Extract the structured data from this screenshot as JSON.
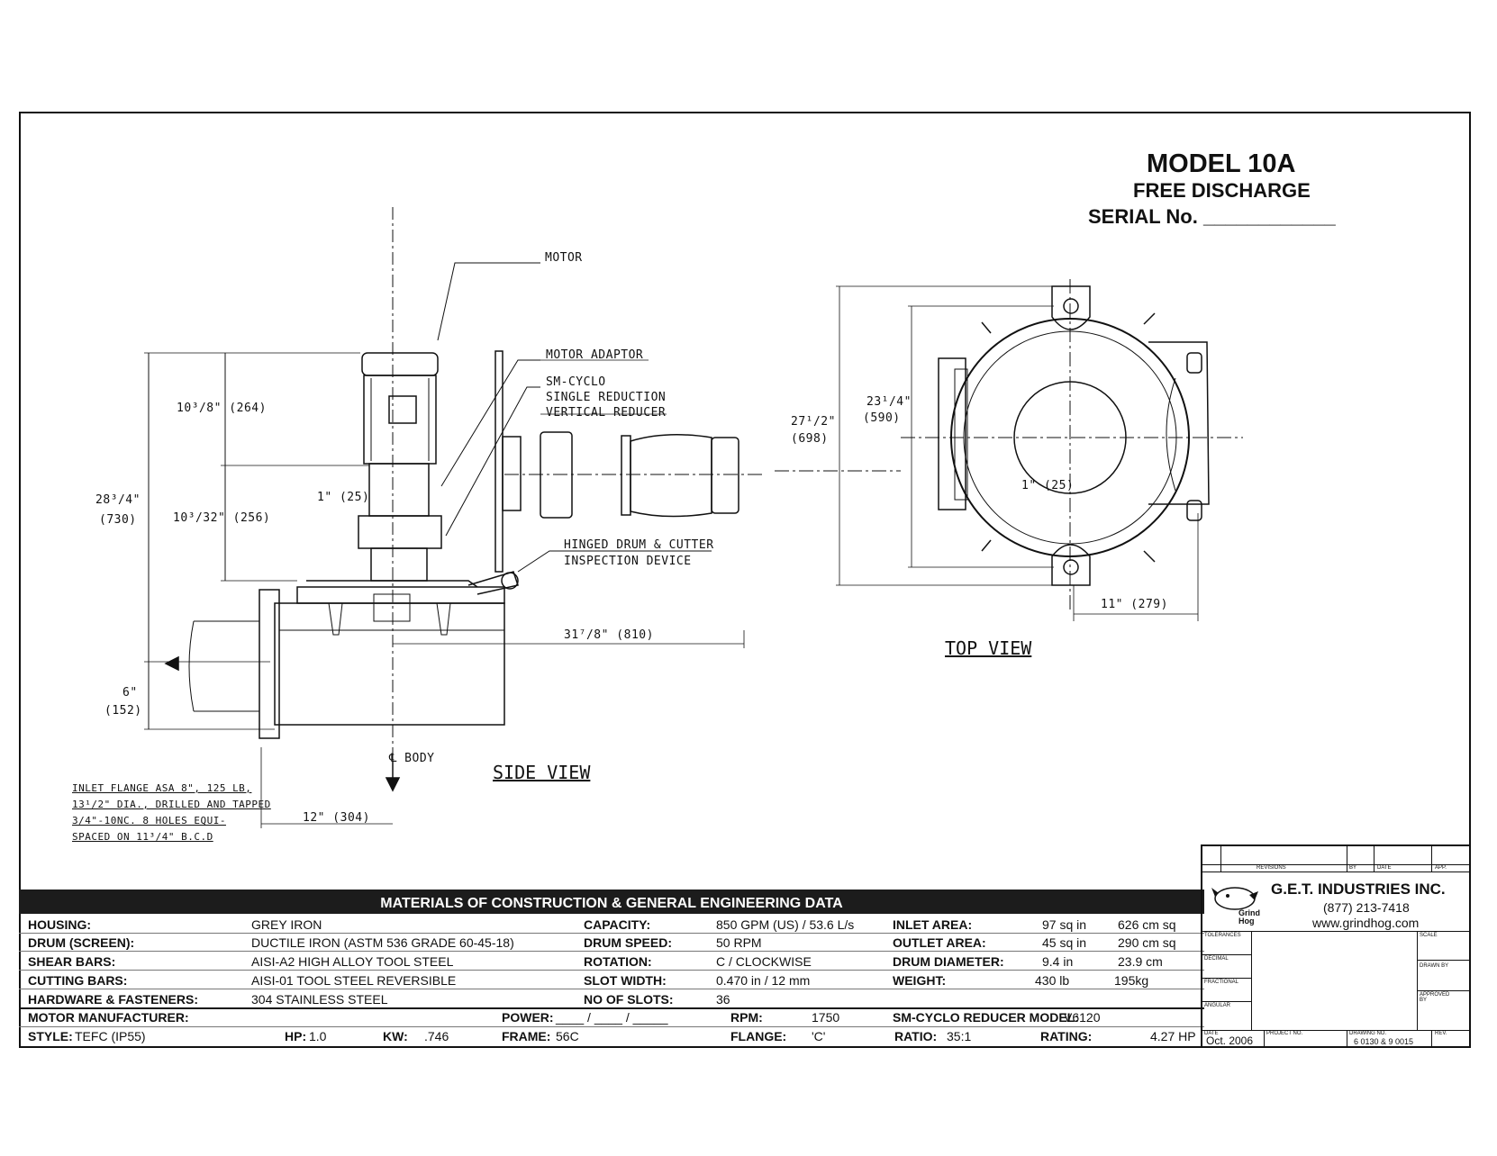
{
  "title": {
    "model": "MODEL 10A",
    "subtitle": "FREE DISCHARGE",
    "serial": "SERIAL No. ____________"
  },
  "side_view": {
    "label": "SIDE VIEW",
    "callouts": {
      "motor": "MOTOR",
      "motor_adaptor": "MOTOR ADAPTOR",
      "reducer_1": "SM-CYCLO",
      "reducer_2": "SINGLE REDUCTION",
      "reducer_3": "VERTICAL REDUCER",
      "hinged_1": "HINGED DRUM & CUTTER",
      "hinged_2": "INSPECTION DEVICE",
      "body": "℄ BODY"
    },
    "dims": {
      "d1": "10³/8\"  (264)",
      "d2": "28³/4\"",
      "d2b": "(730)",
      "d3": "10³/32\"  (256)",
      "d4": "1\" (25)",
      "d5": "31⁷/8\" (810)",
      "d6": "6\"",
      "d6b": "(152)",
      "d7": "12\" (304)"
    },
    "inlet_note": [
      "INLET FLANGE ASA 8\", 125 LB,",
      "13¹/2\" DIA., DRILLED AND TAPPED",
      "3/4\"-10NC. 8 HOLES EQUI-",
      "SPACED ON 11³/4\" B.C.D"
    ]
  },
  "top_view": {
    "label": "TOP VIEW",
    "dims": {
      "d1": "27¹/2\"",
      "d1b": "(698)",
      "d2": "23¹/4\"",
      "d2b": "(590)",
      "d3": "1\" (25)",
      "d4": "11\" (279)"
    }
  },
  "data_table": {
    "header": "MATERIALS OF CONSTRUCTION & GENERAL ENGINEERING DATA",
    "rows": [
      [
        "HOUSING:",
        "GREY IRON",
        "CAPACITY:",
        "850 GPM (US) /  53.6 L/s",
        "INLET AREA:",
        "97 sq in",
        "626 cm sq"
      ],
      [
        "DRUM (SCREEN):",
        "DUCTILE IRON (ASTM 536 GRADE 60-45-18)",
        "DRUM SPEED:",
        "50 RPM",
        "OUTLET AREA:",
        "45 sq in",
        "290 cm sq"
      ],
      [
        "SHEAR BARS:",
        "AISI-A2 HIGH ALLOY TOOL STEEL",
        "ROTATION:",
        "C / CLOCKWISE",
        "DRUM DIAMETER:",
        "9.4 in",
        "23.9 cm"
      ],
      [
        "CUTTING BARS:",
        "AISI-01 TOOL STEEL REVERSIBLE",
        "SLOT WIDTH:",
        "0.470 in /  12 mm",
        "WEIGHT:",
        "430 lb",
        "195kg"
      ],
      [
        "HARDWARE & FASTENERS:",
        "304 STAINLESS STEEL",
        "NO OF SLOTS:",
        "36",
        "",
        "",
        ""
      ]
    ],
    "motor": {
      "manufacturer_label": "MOTOR MANUFACTURER:",
      "power_label": "POWER:",
      "power_value": "____ / ____ / _____",
      "rpm_label": "RPM:",
      "rpm_value": "1750",
      "reducer_label": "SM-CYCLO REDUCER MODEL:",
      "reducer_value": "V6120",
      "style_label": "STYLE:",
      "style_value": "TEFC (IP55)",
      "hp_label": "HP:",
      "hp_value": "1.0",
      "kw_label": "KW:",
      "kw_value": ".746",
      "frame_label": "FRAME:",
      "frame_value": "56C",
      "flange_label": "FLANGE:",
      "flange_value": "'C'",
      "ratio_label": "RATIO:",
      "ratio_value": "35:1",
      "rating_label": "RATING:",
      "rating_value": "4.27 HP"
    }
  },
  "title_block": {
    "revisions": "REVISIONS",
    "by": "BY",
    "date": "DATE",
    "app": "APP.",
    "company": "G.E.T. INDUSTRIES INC.",
    "phone": "(877) 213-7418",
    "web": "www.grindhog.com",
    "logo_text": "Grind Hog",
    "tolerances": "TOLERANCES",
    "decimal": "DECIMAL",
    "fractional": "FRACTIONAL",
    "angular": "ANGULAR",
    "scale": "SCALE",
    "drawn_by": "DRAWN BY",
    "approved_by": "APPROVED BY",
    "date_label": "DATE",
    "date_value": "Oct. 2006",
    "project_no": "PROJECT NO.",
    "drawing_no": "DRAWING NO.",
    "drawing_value": "6 0130 & 9 0015",
    "rev": "REV."
  }
}
